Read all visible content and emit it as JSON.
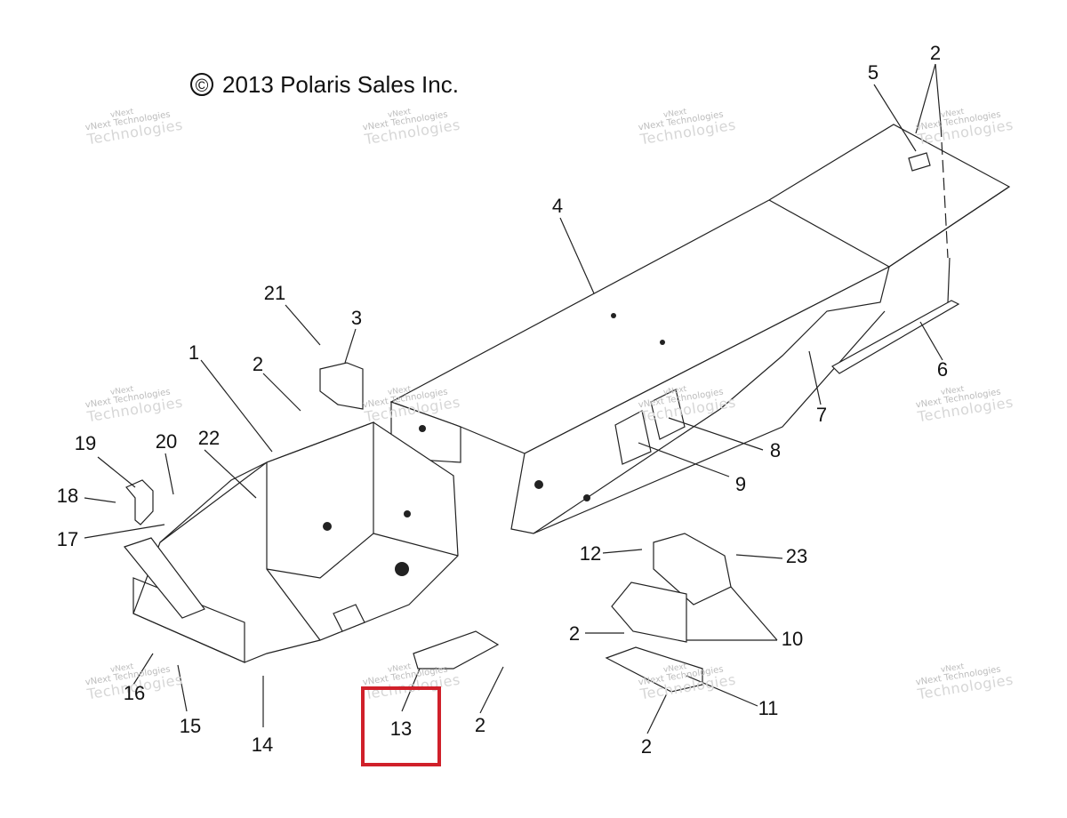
{
  "copyright": {
    "symbol": "©",
    "text": "2013 Polaris Sales Inc."
  },
  "watermark": {
    "line1": "vNext",
    "line2": "vNext Technologies",
    "line3": "Technologies"
  },
  "callouts": [
    {
      "id": "1",
      "label": "1"
    },
    {
      "id": "2a",
      "label": "2"
    },
    {
      "id": "2b",
      "label": "2"
    },
    {
      "id": "2c",
      "label": "2"
    },
    {
      "id": "2d",
      "label": "2"
    },
    {
      "id": "2e",
      "label": "2"
    },
    {
      "id": "3",
      "label": "3"
    },
    {
      "id": "4",
      "label": "4"
    },
    {
      "id": "5",
      "label": "5"
    },
    {
      "id": "6",
      "label": "6"
    },
    {
      "id": "7",
      "label": "7"
    },
    {
      "id": "8",
      "label": "8"
    },
    {
      "id": "9",
      "label": "9"
    },
    {
      "id": "10",
      "label": "10"
    },
    {
      "id": "11",
      "label": "11"
    },
    {
      "id": "12",
      "label": "12"
    },
    {
      "id": "13",
      "label": "13"
    },
    {
      "id": "14",
      "label": "14"
    },
    {
      "id": "15",
      "label": "15"
    },
    {
      "id": "16",
      "label": "16"
    },
    {
      "id": "17",
      "label": "17"
    },
    {
      "id": "18",
      "label": "18"
    },
    {
      "id": "19",
      "label": "19"
    },
    {
      "id": "20",
      "label": "20"
    },
    {
      "id": "21",
      "label": "21"
    },
    {
      "id": "22",
      "label": "22"
    },
    {
      "id": "23",
      "label": "23"
    }
  ],
  "highlight": {
    "color": "#d0202a",
    "target": "13"
  }
}
